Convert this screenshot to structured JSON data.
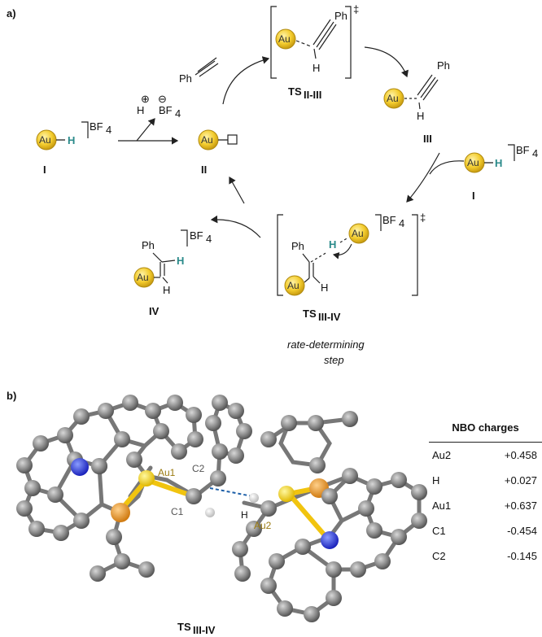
{
  "panel_a": {
    "label": "a)",
    "au": "Au",
    "h": "H",
    "bf4": "BF",
    "bf4_sub": "4",
    "plus": "⊕",
    "minus": "⊖",
    "ph": "Ph",
    "dagger": "‡",
    "label_I": "I",
    "label_II": "II",
    "label_III": "III",
    "label_IV": "IV",
    "ts1_main": "TS",
    "ts1_sub": "II-III",
    "ts2_main": "TS",
    "ts2_sub": "III-IV",
    "rds_line1": "rate-determining",
    "rds_line2": "step"
  },
  "panel_b": {
    "label": "b)",
    "atom_au1": "Au1",
    "atom_au2": "Au2",
    "atom_c1": "C1",
    "atom_c2": "C2",
    "atom_h": "H",
    "caption_main": "TS",
    "caption_sub": "III-IV"
  },
  "nbo": {
    "title": "NBO charges",
    "rows": [
      {
        "atom": "Au2",
        "value": "+0.458"
      },
      {
        "atom": "H",
        "value": "+0.027"
      },
      {
        "atom": "Au1",
        "value": "+0.637"
      },
      {
        "atom": "C1",
        "value": "-0.454"
      },
      {
        "atom": "C2",
        "value": "-0.145"
      }
    ]
  },
  "colors": {
    "gold": "#f3cc2e",
    "teal_h": "#2a8a8a",
    "carbon": "#8c8c8c",
    "nitrogen": "#2233cc",
    "phosphorus": "#e08a1a"
  }
}
